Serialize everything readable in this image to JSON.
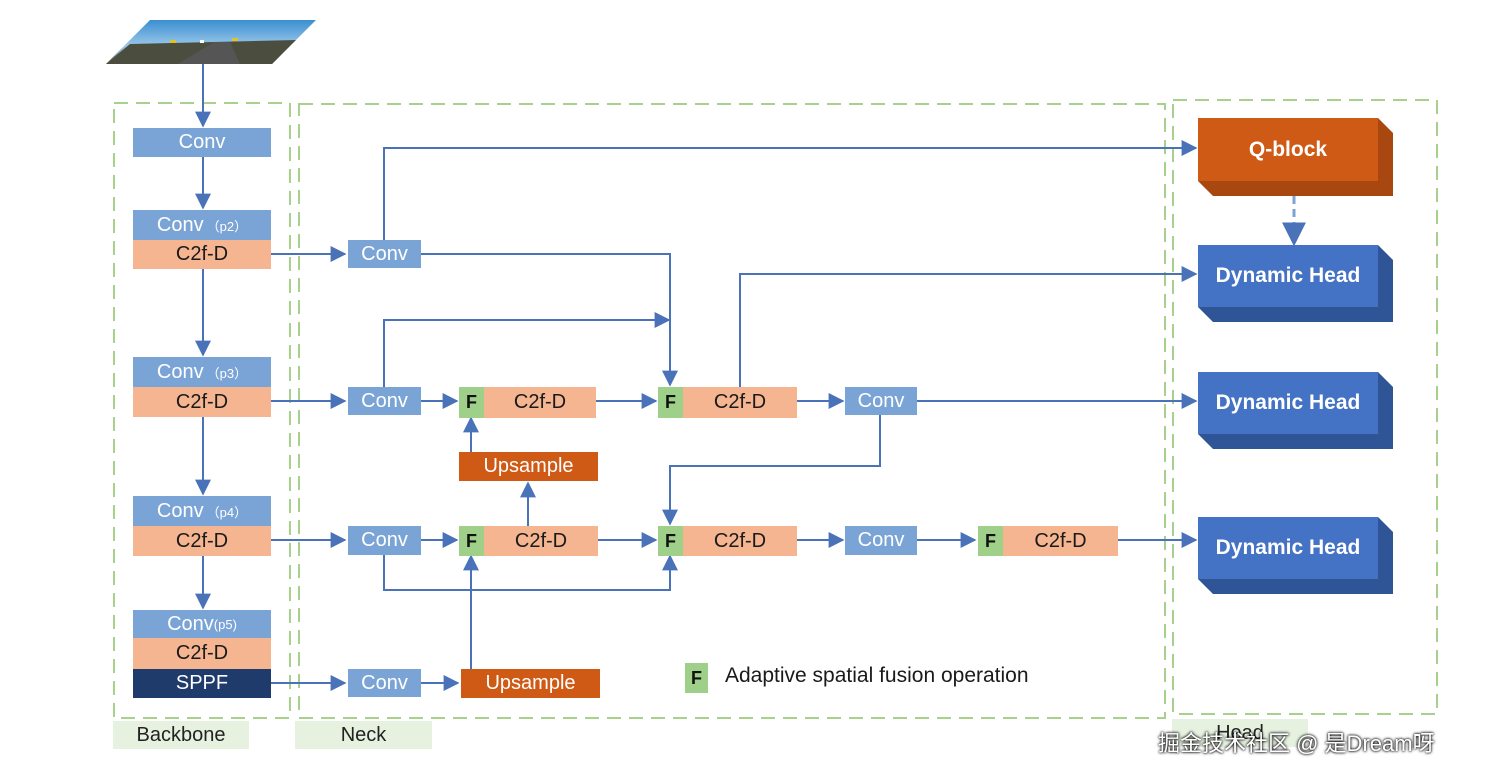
{
  "sections": {
    "backbone": "Backbone",
    "neck": "Neck",
    "head": "Head"
  },
  "labels": {
    "conv": "Conv",
    "c2f": "C2f-D",
    "sppf": "SPPF",
    "upsample": "Upsample",
    "fusion": "F",
    "p2": "（p2）",
    "p3": "（p3）",
    "p4": "（p4）",
    "p5": "(p5)",
    "q_block": "Q-block",
    "dynamic_head": "Dynamic Head"
  },
  "legend": {
    "symbol": "F",
    "text": "Adaptive spatial fusion operation"
  },
  "watermark": "掘金技术社区 @ 是Dream呀",
  "colors": {
    "conv": "#7ba4d6",
    "c2f": "#f4b590",
    "sppf": "#1f3b6b",
    "upsample": "#cf5a16",
    "fusion": "#9fd08a",
    "qblock": "#cf5a16",
    "dynamic_head": "#4472c4",
    "arrow": "#4a72b8",
    "dashed_border": "#a9d18e"
  }
}
